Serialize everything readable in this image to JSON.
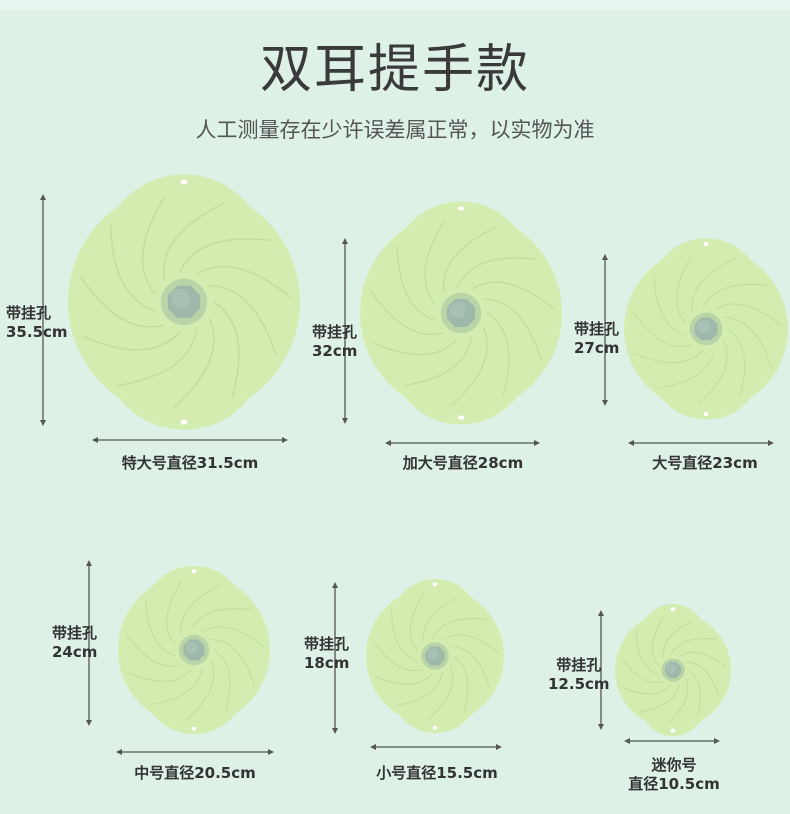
{
  "header": {
    "title": "双耳提手款",
    "subtitle": "人工测量存在少许误差属正常，以实物为准"
  },
  "colors": {
    "background": "#ddf1e6",
    "lid_fill": "#d4ecb0",
    "knob": "#9fb8ac"
  },
  "lids": [
    {
      "height_label_1": "带挂孔",
      "height_label_2": "35.5cm",
      "diameter_label": "特大号直径31.5cm"
    },
    {
      "height_label_1": "带挂孔",
      "height_label_2": "32cm",
      "diameter_label": "加大号直径28cm"
    },
    {
      "height_label_1": "带挂孔",
      "height_label_2": "27cm",
      "diameter_label": "大号直径23cm"
    },
    {
      "height_label_1": "带挂孔",
      "height_label_2": "24cm",
      "diameter_label": "中号直径20.5cm"
    },
    {
      "height_label_1": "带挂孔",
      "height_label_2": "18cm",
      "diameter_label": "小号直径15.5cm"
    },
    {
      "height_label_1": "带挂孔",
      "height_label_2": "12.5cm",
      "diameter_label_1": "迷你号",
      "diameter_label_2": "直径10.5cm"
    }
  ]
}
